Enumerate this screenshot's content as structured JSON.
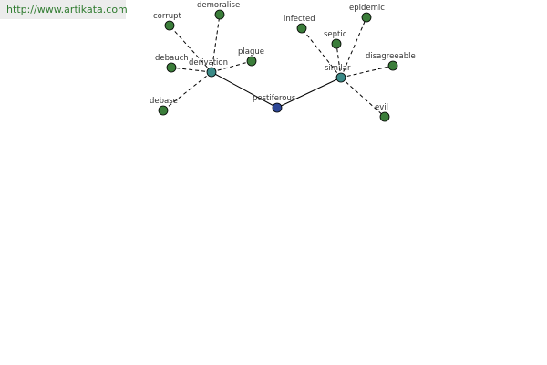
{
  "banner": {
    "url_text": "http://www.artikata.com"
  },
  "colors": {
    "root": "#2e4796",
    "relation": "#3b8a87",
    "leaf": "#3b7d3a",
    "banner_text": "#2f7b2f",
    "banner_bg": "#ececec"
  },
  "graph": {
    "root": {
      "id": "pestiferous",
      "label": "pestiferous"
    },
    "relations": [
      {
        "id": "derivation",
        "label": "derivation"
      },
      {
        "id": "similar",
        "label": "similar"
      }
    ],
    "leaves": [
      {
        "id": "corrupt",
        "label": "corrupt",
        "parent": "derivation"
      },
      {
        "id": "demoralise",
        "label": "demoralise",
        "parent": "derivation"
      },
      {
        "id": "debauch",
        "label": "debauch",
        "parent": "derivation"
      },
      {
        "id": "plague",
        "label": "plague",
        "parent": "derivation"
      },
      {
        "id": "debase",
        "label": "debase",
        "parent": "derivation"
      },
      {
        "id": "infected",
        "label": "infected",
        "parent": "similar"
      },
      {
        "id": "epidemic",
        "label": "epidemic",
        "parent": "similar"
      },
      {
        "id": "septic",
        "label": "septic",
        "parent": "similar"
      },
      {
        "id": "disagreeable",
        "label": "disagreeable",
        "parent": "similar"
      },
      {
        "id": "evil",
        "label": "evil",
        "parent": "similar"
      }
    ]
  }
}
